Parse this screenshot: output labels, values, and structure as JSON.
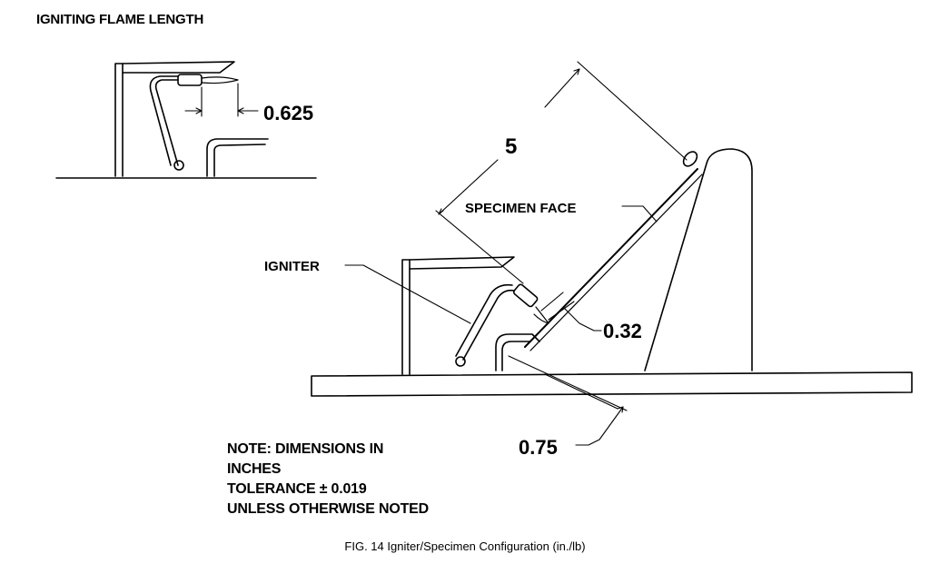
{
  "heading": "IGNITING FLAME LENGTH",
  "labels": {
    "igniter": "IGNITER",
    "specimen_face": "SPECIMEN FACE"
  },
  "dimensions": {
    "flame_length": "0.625",
    "specimen_length": "5",
    "offset": "0.32",
    "distance": "0.75"
  },
  "note": {
    "line1": "NOTE: DIMENSIONS IN",
    "line2": "INCHES",
    "line3": "TOLERANCE ± 0.019",
    "line4": "UNLESS OTHERWISE NOTED"
  },
  "caption": "FIG. 14 Igniter/Specimen Configuration (in./lb)"
}
